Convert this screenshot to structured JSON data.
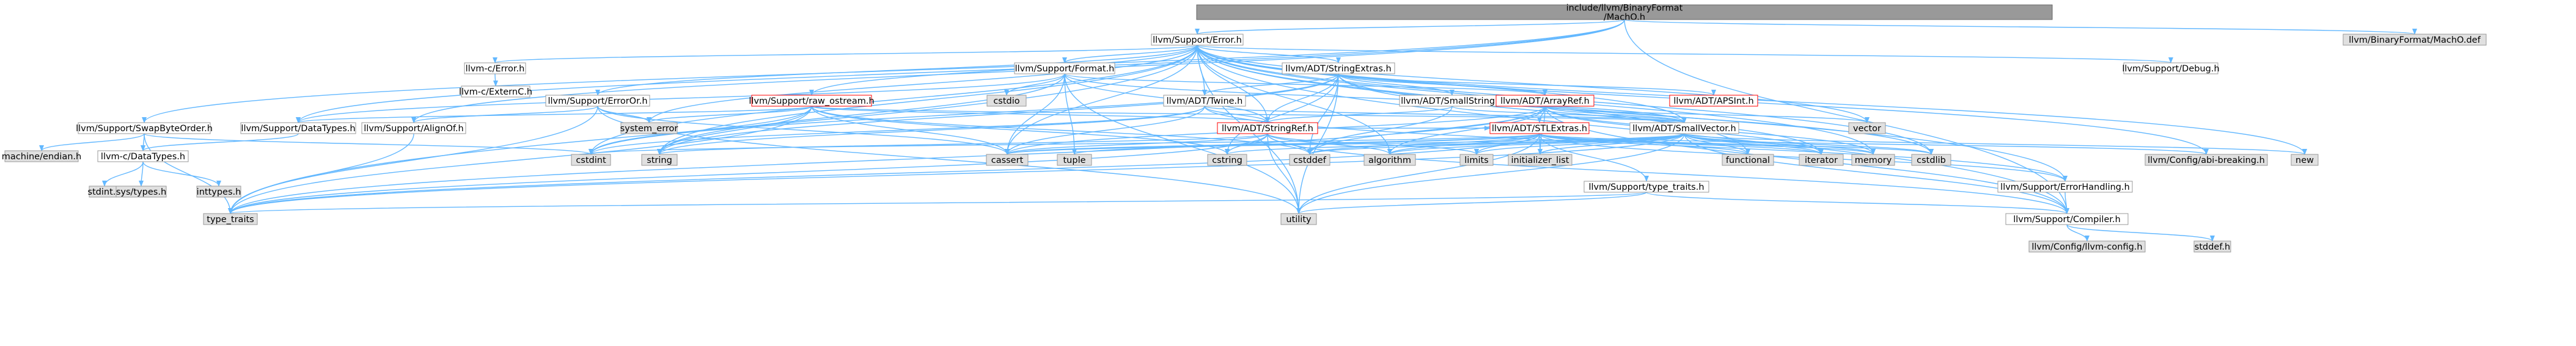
{
  "colors": {
    "node_fill": "#ffffff",
    "node_border": "#999999",
    "root_fill": "#999999",
    "root_border": "#666666",
    "highlight_border": "#ff0000",
    "gray_fill": "#e0e0e0",
    "edge": "#63b8ff"
  },
  "nodes": [
    {
      "id": "root",
      "label": [
        "include/llvm/BinaryFormat",
        "/MachO.h"
      ],
      "style": "root"
    },
    {
      "id": "error",
      "label": [
        "llvm/Support/Error.h"
      ],
      "style": "plain"
    },
    {
      "id": "machodef",
      "label": [
        "llvm/BinaryFormat/MachO.def"
      ],
      "style": "gray"
    },
    {
      "id": "cerror",
      "label": [
        "llvm-c/Error.h"
      ],
      "style": "plain"
    },
    {
      "id": "cexternc",
      "label": [
        "llvm-c/ExternC.h"
      ],
      "style": "plain"
    },
    {
      "id": "format",
      "label": [
        "llvm/Support/Format.h"
      ],
      "style": "plain"
    },
    {
      "id": "stringextras",
      "label": [
        "llvm/ADT/StringExtras.h"
      ],
      "style": "plain"
    },
    {
      "id": "debug",
      "label": [
        "llvm/Support/Debug.h"
      ],
      "style": "plain"
    },
    {
      "id": "erroror",
      "label": [
        "llvm/Support/ErrorOr.h"
      ],
      "style": "plain"
    },
    {
      "id": "rawostream",
      "label": [
        "llvm/Support/raw_ostream.h"
      ],
      "style": "red"
    },
    {
      "id": "twine",
      "label": [
        "llvm/ADT/Twine.h"
      ],
      "style": "plain"
    },
    {
      "id": "smallstring",
      "label": [
        "llvm/ADT/SmallString.h"
      ],
      "style": "plain"
    },
    {
      "id": "arrayref",
      "label": [
        "llvm/ADT/ArrayRef.h"
      ],
      "style": "red"
    },
    {
      "id": "apsint",
      "label": [
        "llvm/ADT/APSInt.h"
      ],
      "style": "red"
    },
    {
      "id": "swapbyteorder",
      "label": [
        "llvm/Support/SwapByteOrder.h"
      ],
      "style": "plain"
    },
    {
      "id": "datatypes",
      "label": [
        "llvm/Support/DataTypes.h"
      ],
      "style": "plain"
    },
    {
      "id": "alignof",
      "label": [
        "llvm/Support/AlignOf.h"
      ],
      "style": "plain"
    },
    {
      "id": "stringref",
      "label": [
        "llvm/ADT/StringRef.h"
      ],
      "style": "red"
    },
    {
      "id": "stlextras",
      "label": [
        "llvm/ADT/STLExtras.h"
      ],
      "style": "red"
    },
    {
      "id": "smallvector",
      "label": [
        "llvm/ADT/SmallVector.h"
      ],
      "style": "plain"
    },
    {
      "id": "machine",
      "label": [
        "machine/endian.h"
      ],
      "style": "gray"
    },
    {
      "id": "cdatatypes",
      "label": [
        "llvm-c/DataTypes.h"
      ],
      "style": "plain"
    },
    {
      "id": "cstdio",
      "label": [
        "cstdio"
      ],
      "style": "gray"
    },
    {
      "id": "system_error",
      "label": [
        "system_error"
      ],
      "style": "gray"
    },
    {
      "id": "cstdint",
      "label": [
        "cstdint"
      ],
      "style": "gray"
    },
    {
      "id": "string",
      "label": [
        "string"
      ],
      "style": "gray"
    },
    {
      "id": "cassert",
      "label": [
        "cassert"
      ],
      "style": "gray"
    },
    {
      "id": "tuple",
      "label": [
        "tuple"
      ],
      "style": "gray"
    },
    {
      "id": "cstring",
      "label": [
        "cstring"
      ],
      "style": "gray"
    },
    {
      "id": "cstddef",
      "label": [
        "cstddef"
      ],
      "style": "gray"
    },
    {
      "id": "algorithm",
      "label": [
        "algorithm"
      ],
      "style": "gray"
    },
    {
      "id": "limits",
      "label": [
        "limits"
      ],
      "style": "gray"
    },
    {
      "id": "initializer_list",
      "label": [
        "initializer_list"
      ],
      "style": "gray"
    },
    {
      "id": "functional",
      "label": [
        "functional"
      ],
      "style": "gray"
    },
    {
      "id": "iterator",
      "label": [
        "iterator"
      ],
      "style": "gray"
    },
    {
      "id": "memory",
      "label": [
        "memory"
      ],
      "style": "gray"
    },
    {
      "id": "cstdlib",
      "label": [
        "cstdlib"
      ],
      "style": "gray"
    },
    {
      "id": "vector",
      "label": [
        "vector"
      ],
      "style": "gray"
    },
    {
      "id": "errorhandling",
      "label": [
        "llvm/Support/ErrorHandling.h"
      ],
      "style": "plain"
    },
    {
      "id": "abibreaking",
      "label": [
        "llvm/Config/abi-breaking.h"
      ],
      "style": "gray"
    },
    {
      "id": "new",
      "label": [
        "new"
      ],
      "style": "gray"
    },
    {
      "id": "typetraits_llvm",
      "label": [
        "llvm/Support/type_traits.h"
      ],
      "style": "plain"
    },
    {
      "id": "compiler",
      "label": [
        "llvm/Support/Compiler.h"
      ],
      "style": "plain"
    },
    {
      "id": "stdint",
      "label": [
        "stdint.h"
      ],
      "style": "gray"
    },
    {
      "id": "systypes",
      "label": [
        "sys/types.h"
      ],
      "style": "gray"
    },
    {
      "id": "inttypes",
      "label": [
        "inttypes.h"
      ],
      "style": "gray"
    },
    {
      "id": "type_traits",
      "label": [
        "type_traits"
      ],
      "style": "gray"
    },
    {
      "id": "utility",
      "label": [
        "utility"
      ],
      "style": "gray"
    },
    {
      "id": "llvmconfig",
      "label": [
        "llvm/Config/llvm-config.h"
      ],
      "style": "gray"
    },
    {
      "id": "stddef",
      "label": [
        "stddef.h"
      ],
      "style": "gray"
    }
  ],
  "edges": [
    [
      "root",
      "error"
    ],
    [
      "root",
      "machodef"
    ],
    [
      "root",
      "swapbyteorder"
    ],
    [
      "root",
      "datatypes"
    ],
    [
      "root",
      "alignof"
    ],
    [
      "root",
      "compiler"
    ],
    [
      "error",
      "cerror"
    ],
    [
      "error",
      "format"
    ],
    [
      "error",
      "stringextras"
    ],
    [
      "error",
      "debug"
    ],
    [
      "error",
      "erroror"
    ],
    [
      "error",
      "rawostream"
    ],
    [
      "error",
      "twine"
    ],
    [
      "error",
      "stringref"
    ],
    [
      "error",
      "smallvector"
    ],
    [
      "error",
      "errorhandling"
    ],
    [
      "error",
      "abibreaking"
    ],
    [
      "error",
      "compiler"
    ],
    [
      "error",
      "cstdint"
    ],
    [
      "error",
      "cassert"
    ],
    [
      "error",
      "memory"
    ],
    [
      "error",
      "cstdlib"
    ],
    [
      "error",
      "new"
    ],
    [
      "error",
      "system_error"
    ],
    [
      "error",
      "type_traits"
    ],
    [
      "error",
      "utility"
    ],
    [
      "error",
      "string"
    ],
    [
      "error",
      "vector"
    ],
    [
      "error",
      "functional"
    ],
    [
      "error",
      "algorithm"
    ],
    [
      "cerror",
      "cexternc"
    ],
    [
      "format",
      "stringref"
    ],
    [
      "format",
      "arrayref"
    ],
    [
      "format",
      "datatypes"
    ],
    [
      "format",
      "cstdio"
    ],
    [
      "format",
      "string"
    ],
    [
      "format",
      "tuple"
    ],
    [
      "format",
      "utility"
    ],
    [
      "format",
      "cassert"
    ],
    [
      "format",
      "smallvector"
    ],
    [
      "stringextras",
      "apsint"
    ],
    [
      "stringextras",
      "arrayref"
    ],
    [
      "stringextras",
      "smallstring"
    ],
    [
      "stringextras",
      "stringref"
    ],
    [
      "stringextras",
      "twine"
    ],
    [
      "stringextras",
      "cstdint"
    ],
    [
      "stringextras",
      "cstddef"
    ],
    [
      "stringextras",
      "cstdlib"
    ],
    [
      "stringextras",
      "cstring"
    ],
    [
      "stringextras",
      "iterator"
    ],
    [
      "stringextras",
      "string"
    ],
    [
      "stringextras",
      "utility"
    ],
    [
      "erroror",
      "alignof"
    ],
    [
      "erroror",
      "cassert"
    ],
    [
      "erroror",
      "system_error"
    ],
    [
      "erroror",
      "type_traits"
    ],
    [
      "erroror",
      "utility"
    ],
    [
      "rawostream",
      "stringref"
    ],
    [
      "rawostream",
      "datatypes"
    ],
    [
      "rawostream",
      "cassert"
    ],
    [
      "rawostream",
      "cstddef"
    ],
    [
      "rawostream",
      "cstdint"
    ],
    [
      "rawostream",
      "cstring"
    ],
    [
      "rawostream",
      "string"
    ],
    [
      "rawostream",
      "system_error"
    ],
    [
      "rawostream",
      "type_traits"
    ],
    [
      "rawostream",
      "optional"
    ],
    [
      "rawostream",
      "smallvector"
    ],
    [
      "twine",
      "smallvector"
    ],
    [
      "twine",
      "stringref"
    ],
    [
      "twine",
      "errorhandling"
    ],
    [
      "twine",
      "cassert"
    ],
    [
      "twine",
      "cstdint"
    ],
    [
      "twine",
      "string"
    ],
    [
      "smallstring",
      "smallvector"
    ],
    [
      "smallstring",
      "stringref"
    ],
    [
      "smallstring",
      "cstddef"
    ],
    [
      "arrayref",
      "stlextras"
    ],
    [
      "arrayref",
      "smallvector"
    ],
    [
      "arrayref",
      "compiler"
    ],
    [
      "arrayref",
      "algorithm"
    ],
    [
      "arrayref",
      "array"
    ],
    [
      "arrayref",
      "cassert"
    ],
    [
      "arrayref",
      "cstddef"
    ],
    [
      "arrayref",
      "initializer_list"
    ],
    [
      "arrayref",
      "iterator"
    ],
    [
      "arrayref",
      "memory"
    ],
    [
      "arrayref",
      "type_traits"
    ],
    [
      "arrayref",
      "vector"
    ],
    [
      "swapbyteorder",
      "machine"
    ],
    [
      "swapbyteorder",
      "cstdint"
    ],
    [
      "swapbyteorder",
      "type_traits"
    ],
    [
      "swapbyteorder",
      "cdatatypes"
    ],
    [
      "datatypes",
      "cdatatypes"
    ],
    [
      "alignof",
      "type_traits"
    ],
    [
      "stringref",
      "stlextras"
    ],
    [
      "stringref",
      "compiler"
    ],
    [
      "stringref",
      "algorithm"
    ],
    [
      "stringref",
      "cassert"
    ],
    [
      "stringref",
      "cstddef"
    ],
    [
      "stringref",
      "cstring"
    ],
    [
      "stringref",
      "limits"
    ],
    [
      "stringref",
      "string"
    ],
    [
      "stringref",
      "type_traits"
    ],
    [
      "stringref",
      "utility"
    ],
    [
      "stlextras",
      "typetraits_llvm"
    ],
    [
      "stlextras",
      "abibreaking"
    ],
    [
      "stlextras",
      "errorhandling"
    ],
    [
      "stlextras",
      "algorithm"
    ],
    [
      "stlextras",
      "cassert"
    ],
    [
      "stlextras",
      "cstddef"
    ],
    [
      "stlextras",
      "cstdint"
    ],
    [
      "stlextras",
      "cstdlib"
    ],
    [
      "stlextras",
      "functional"
    ],
    [
      "stlextras",
      "initializer_list"
    ],
    [
      "stlextras",
      "iterator"
    ],
    [
      "stlextras",
      "limits"
    ],
    [
      "stlextras",
      "memory"
    ],
    [
      "stlextras",
      "tuple"
    ],
    [
      "stlextras",
      "type_traits"
    ],
    [
      "stlextras",
      "utility"
    ],
    [
      "smallvector",
      "compiler"
    ],
    [
      "smallvector",
      "algorithm"
    ],
    [
      "smallvector",
      "cassert"
    ],
    [
      "smallvector",
      "cstddef"
    ],
    [
      "smallvector",
      "cstdlib"
    ],
    [
      "smallvector",
      "cstring"
    ],
    [
      "smallvector",
      "functional"
    ],
    [
      "smallvector",
      "initializer_list"
    ],
    [
      "smallvector",
      "iterator"
    ],
    [
      "smallvector",
      "limits"
    ],
    [
      "smallvector",
      "memory"
    ],
    [
      "smallvector",
      "new"
    ],
    [
      "smallvector",
      "type_traits"
    ],
    [
      "smallvector",
      "utility"
    ],
    [
      "cdatatypes",
      "stdint"
    ],
    [
      "cdatatypes",
      "systypes"
    ],
    [
      "cdatatypes",
      "inttypes"
    ],
    [
      "typetraits_llvm",
      "compiler"
    ],
    [
      "typetraits_llvm",
      "type_traits"
    ],
    [
      "typetraits_llvm",
      "utility"
    ],
    [
      "errorhandling",
      "compiler"
    ],
    [
      "compiler",
      "llvmconfig"
    ],
    [
      "compiler",
      "stddef"
    ]
  ]
}
